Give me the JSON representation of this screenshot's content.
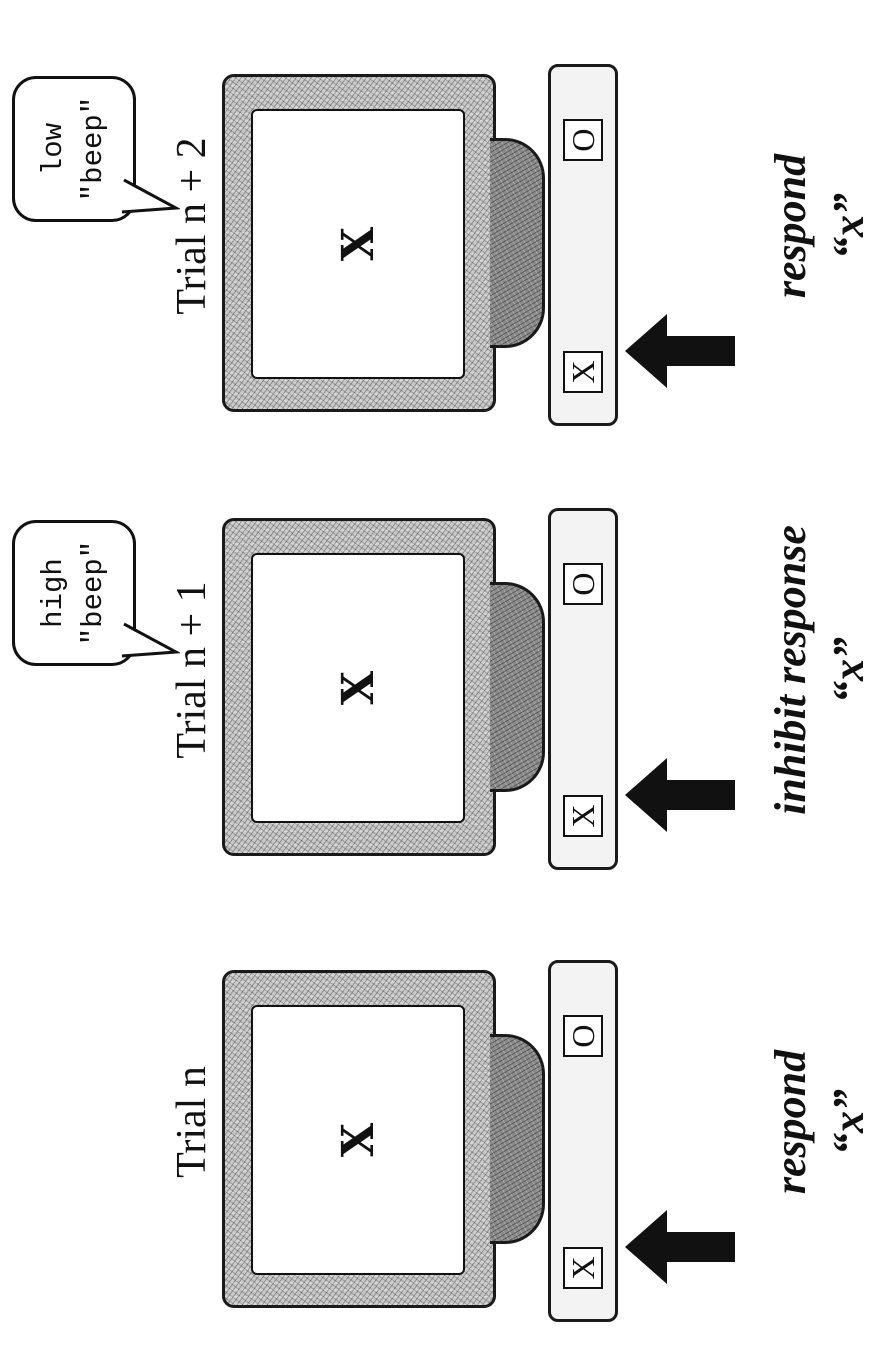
{
  "trials": [
    {
      "title": "Trial n",
      "stimulus": "X",
      "keys": [
        "X",
        "O"
      ],
      "response": {
        "action": "respond",
        "target": "“x”"
      }
    },
    {
      "title": "Trial n + 1",
      "stimulus": "X",
      "keys": [
        "X",
        "O"
      ],
      "bubble": {
        "line1": "high",
        "line2": "\"beep\""
      },
      "response": {
        "action": "inhibit response",
        "target": "“x”"
      }
    },
    {
      "title": "Trial n + 2",
      "stimulus": "X",
      "keys": [
        "X",
        "O"
      ],
      "bubble": {
        "line1": "low",
        "line2": "\"beep\""
      },
      "response": {
        "action": "respond",
        "target": "“x”"
      }
    }
  ]
}
